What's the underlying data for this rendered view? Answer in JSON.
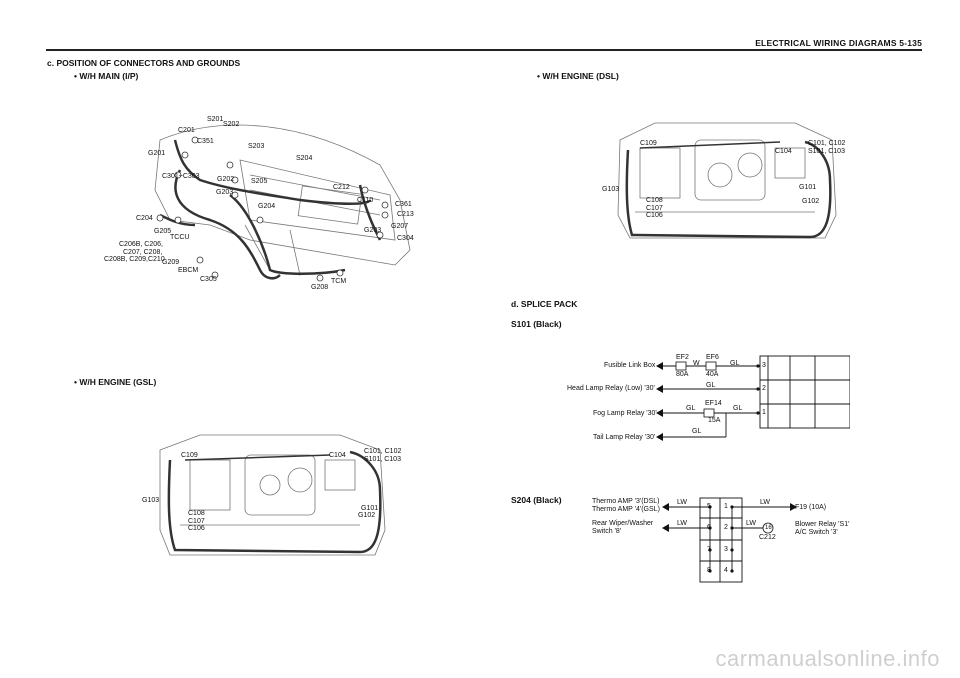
{
  "header": {
    "title": "ELECTRICAL WIRING DIAGRAMS  5-135"
  },
  "section_c": {
    "title": "c. POSITION  OF  CONNECTORS  AND  GROUNDS",
    "main_ip": "•  W/H  MAIN  (I/P)",
    "engine_gsl": "•  W/H  ENGINE  (GSL)",
    "engine_dsl": "•  W/H  ENGINE  (DSL)"
  },
  "ip_labels": {
    "s201": "S201",
    "s202": "S202",
    "c201": "C201",
    "c351": "C351",
    "g201": "G201",
    "c301": "C301~C303",
    "s203": "S203",
    "s204": "S204",
    "g202": "G202",
    "s205": "S205",
    "g203a": "G203",
    "c212": "C212",
    "c110": "C110",
    "c361": "C361",
    "c213": "C213",
    "g207": "G207",
    "g203b": "G203",
    "c304": "C304",
    "c204": "C204",
    "g205": "G205",
    "g204": "G204",
    "tccu": "TCCU",
    "c206": "C206B, C206,",
    "c207": "C207, C208,",
    "c208": "C208B, C209,C210",
    "g209": "G209",
    "ebcm": "EBCM",
    "c305": "C305",
    "tcm": "TCM",
    "g208": "G208"
  },
  "gsl_labels": {
    "c109": "C109",
    "c104": "C104",
    "c101": "C101, C102",
    "s101": "S101, C103",
    "g103": "G103",
    "c108": "C108",
    "c107": "C107",
    "c106": "C106",
    "g101": "G101",
    "g102": "G102"
  },
  "dsl_labels": {
    "c109": "C109",
    "c104": "C104",
    "c101": "C101, C102",
    "s101": "S101, C103",
    "g103": "G103",
    "c108": "C108",
    "c107": "C107",
    "c106": "C106",
    "g101": "G101",
    "g102": "G102"
  },
  "section_d": {
    "title": "d.  SPLICE  PACK",
    "s101_title": "S101  (Black)",
    "s204_title": "S204  (Black)"
  },
  "s101": {
    "fusible": "Fusible Link Box",
    "head": "Head Lamp Relay (Low) '30'",
    "fog": "Fog Lamp Relay '30'",
    "tail": "Tail Lamp Relay '30'",
    "ef2": "EF2",
    "ef2_amp": "80A",
    "ef6": "EF6",
    "ef6_amp": "40A",
    "ef14": "EF14",
    "ef14_amp": "15A",
    "w": "W",
    "gl1": "GL",
    "gl2": "GL",
    "gl3": "GL",
    "gl4": "GL",
    "gl5": "GL",
    "pin3": "3",
    "pin2": "2",
    "pin1": "1"
  },
  "s204": {
    "thermo1": "Thermo AMP '3'(DSL)",
    "thermo2": "Thermo AMP '4'(GSL)",
    "rear1": "Rear Wiper/Washer",
    "rear2": "Switch '8'",
    "f19": "F19 (10A)",
    "blower1": "Blower Relay 'S1'",
    "blower2": "A/C Switch '3'",
    "c212": "C212",
    "c212_pin": "16",
    "lw1": "LW",
    "lw2": "LW",
    "lw3": "LW",
    "lw4": "LW",
    "p5": "5",
    "p1": "1",
    "p6": "6",
    "p2": "2",
    "p7": "7",
    "p3": "3",
    "p8": "8",
    "p4": "4"
  },
  "watermark": "carmanualsonline.info"
}
